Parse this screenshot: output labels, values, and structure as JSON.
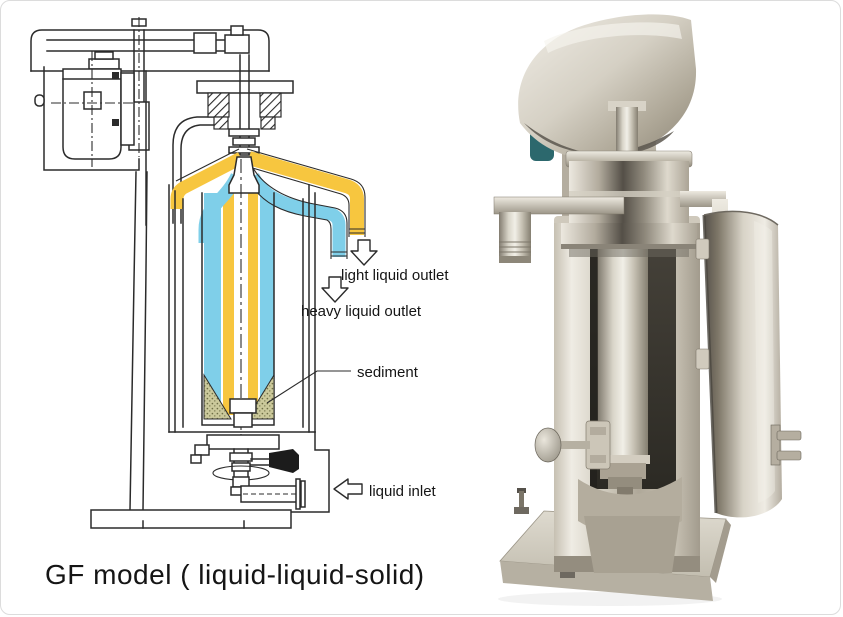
{
  "page": {
    "background": "#ffffff",
    "border_color": "#dcdcdc"
  },
  "diagram": {
    "caption": "GF model ( liquid-liquid-solid)",
    "labels": {
      "light_outlet": "light liquid outlet",
      "heavy_outlet": "heavy liquid outlet",
      "sediment": "sediment",
      "inlet": "liquid inlet"
    },
    "colors": {
      "light_liquid": "#F7C63F",
      "heavy_liquid": "#7FCFE9",
      "sediment_fill": "#CBC99B",
      "line": "#2b2b2b"
    }
  },
  "photo": {
    "alt": "stainless steel GF tubular centrifuge"
  }
}
